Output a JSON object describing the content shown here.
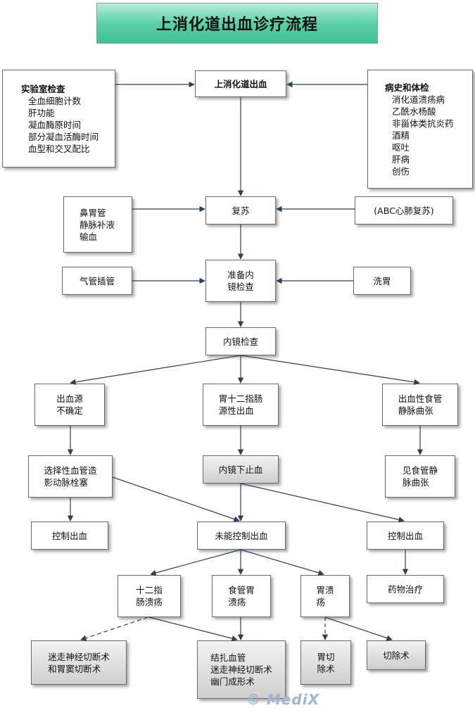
{
  "title": "上消化道出血诊疗流程",
  "lab": {
    "heading": "实验室检查",
    "items": [
      "全血细胞计数",
      "肝功能",
      "凝血酶原时间",
      "部分凝血活酶时间",
      "血型和交叉配比"
    ]
  },
  "history": {
    "heading": "病史和体检",
    "items": [
      "消化道溃疡病",
      "乙酰水杨酸",
      "非甾体类抗炎药",
      "酒精",
      "呕吐",
      "肝病",
      "创伤"
    ]
  },
  "nodes": {
    "ugib": "上消化道出血",
    "resus": "复苏",
    "support": [
      "鼻胃管",
      "静脉补液",
      "输血"
    ],
    "abc": "(ABC心肺复苏)",
    "intubation": "气管插管",
    "prep": [
      "准备内",
      "镜检查"
    ],
    "lavage": "洗胃",
    "endo": "内镜检查",
    "unknown": [
      "出血源",
      "不确定"
    ],
    "duod_src": [
      "胃十二指肠",
      "源性出血"
    ],
    "varix_bleed": [
      "出血性食管",
      "静脉曲张"
    ],
    "angio": [
      "选择性血管造",
      "影动脉栓塞"
    ],
    "endo_hemo": "内镜下止血",
    "see_varix": [
      "见食管静",
      "脉曲张"
    ],
    "ctrl_left": "控制出血",
    "not_ctrl": "未能控制出血",
    "ctrl_right": "控制出血",
    "duod_ulcer": [
      "十二指",
      "肠溃疡"
    ],
    "esoph_ulcer": [
      "食管胃",
      "溃疡"
    ],
    "gastric_ulcer": [
      "胃溃",
      "疡"
    ],
    "drug": "药物治疗",
    "vagotomy": [
      "迷走神经切断术",
      "和胃窦切断术"
    ],
    "ligation": [
      "结扎血管",
      "迷走神经切断术",
      "幽门成形术"
    ],
    "gastrectomy": [
      "胃切",
      "除术"
    ],
    "resection": "切除术"
  },
  "watermark": "© MediX",
  "colors": {
    "title_green": "#4cc89c",
    "line": "#2e3f56",
    "gray_fill": "#d6d6d6"
  }
}
